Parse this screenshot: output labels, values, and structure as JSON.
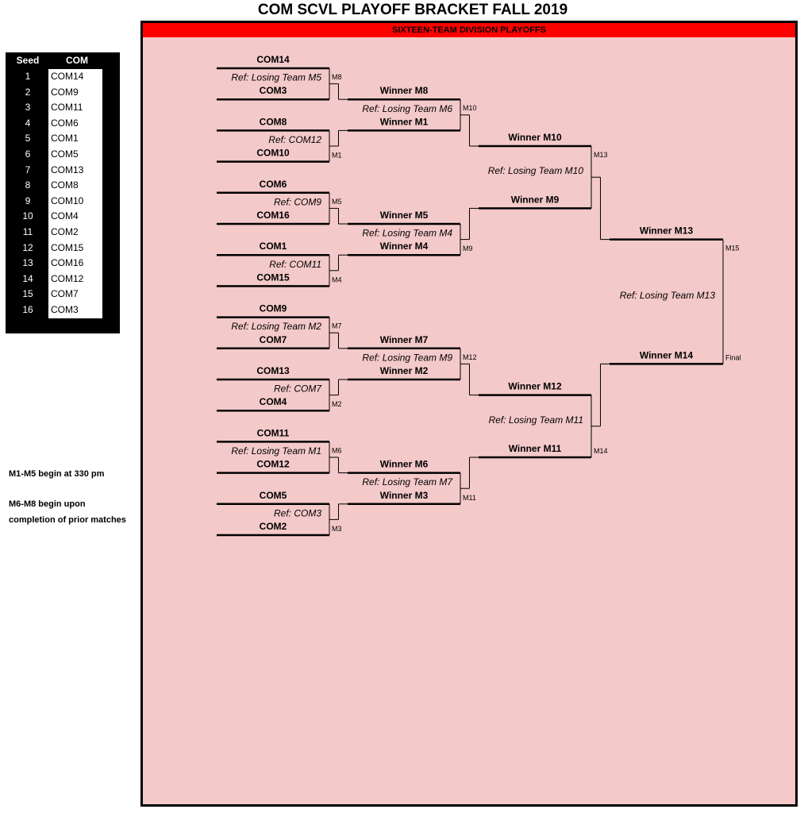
{
  "title": "COM SCVL PLAYOFF BRACKET FALL 2019",
  "division_banner": "SIXTEEN-TEAM DIVISION PLAYOFFS",
  "seed_table": {
    "headers": [
      "Seed",
      "COM"
    ],
    "rows": [
      {
        "seed": "1",
        "team": "COM14"
      },
      {
        "seed": "2",
        "team": "COM9"
      },
      {
        "seed": "3",
        "team": "COM11"
      },
      {
        "seed": "4",
        "team": "COM6"
      },
      {
        "seed": "5",
        "team": "COM1"
      },
      {
        "seed": "6",
        "team": "COM5"
      },
      {
        "seed": "7",
        "team": "COM13"
      },
      {
        "seed": "8",
        "team": "COM8"
      },
      {
        "seed": "9",
        "team": "COM10"
      },
      {
        "seed": "10",
        "team": "COM4"
      },
      {
        "seed": "11",
        "team": "COM2"
      },
      {
        "seed": "12",
        "team": "COM15"
      },
      {
        "seed": "13",
        "team": "COM16"
      },
      {
        "seed": "14",
        "team": "COM12"
      },
      {
        "seed": "15",
        "team": "COM7"
      },
      {
        "seed": "16",
        "team": "COM3"
      }
    ]
  },
  "notes": [
    "M1-M5 begin at 330 pm",
    "M6-M8 begin upon",
    "completion of prior matches"
  ],
  "rounds": [
    [
      {
        "match": "M8",
        "top": "COM14",
        "bottom": "COM3",
        "ref": "Ref: Losing Team M5"
      },
      {
        "match": "M1",
        "top": "COM8",
        "bottom": "COM10",
        "ref": "Ref: COM12"
      },
      {
        "match": "M5",
        "top": "COM6",
        "bottom": "COM16",
        "ref": "Ref: COM9"
      },
      {
        "match": "M4",
        "top": "COM1",
        "bottom": "COM15",
        "ref": "Ref: COM11"
      },
      {
        "match": "M7",
        "top": "COM9",
        "bottom": "COM7",
        "ref": "Ref: Losing Team M2"
      },
      {
        "match": "M2",
        "top": "COM13",
        "bottom": "COM4",
        "ref": "Ref: COM7"
      },
      {
        "match": "M6",
        "top": "COM11",
        "bottom": "COM12",
        "ref": "Ref: Losing Team M1"
      },
      {
        "match": "M3",
        "top": "COM5",
        "bottom": "COM2",
        "ref": "Ref: COM3"
      }
    ],
    [
      {
        "match": "M10",
        "top": "Winner M8",
        "bottom": "Winner M1",
        "ref": "Ref: Losing Team M6"
      },
      {
        "match": "M9",
        "top": "Winner M5",
        "bottom": "Winner M4",
        "ref": "Ref: Losing Team M4"
      },
      {
        "match": "M12",
        "top": "Winner M7",
        "bottom": "Winner M2",
        "ref": "Ref: Losing Team M9"
      },
      {
        "match": "M11",
        "top": "Winner M6",
        "bottom": "Winner M3",
        "ref": "Ref: Losing Team M7"
      }
    ],
    [
      {
        "match": "M13",
        "top": "Winner M10",
        "bottom": "Winner M9",
        "ref": "Ref: Losing Team M10"
      },
      {
        "match": "M14",
        "top": "Winner M12",
        "bottom": "Winner M11",
        "ref": "Ref: Losing Team M11"
      }
    ],
    [
      {
        "match": "M15",
        "top": "Winner M13",
        "bottom": "Winner M14",
        "ref": "Ref: Losing Team M13",
        "extra_label": "Final"
      }
    ]
  ],
  "colors": {
    "banner": "#ff0000",
    "bracket_background": "#f4c9c9",
    "line": "#000000"
  }
}
